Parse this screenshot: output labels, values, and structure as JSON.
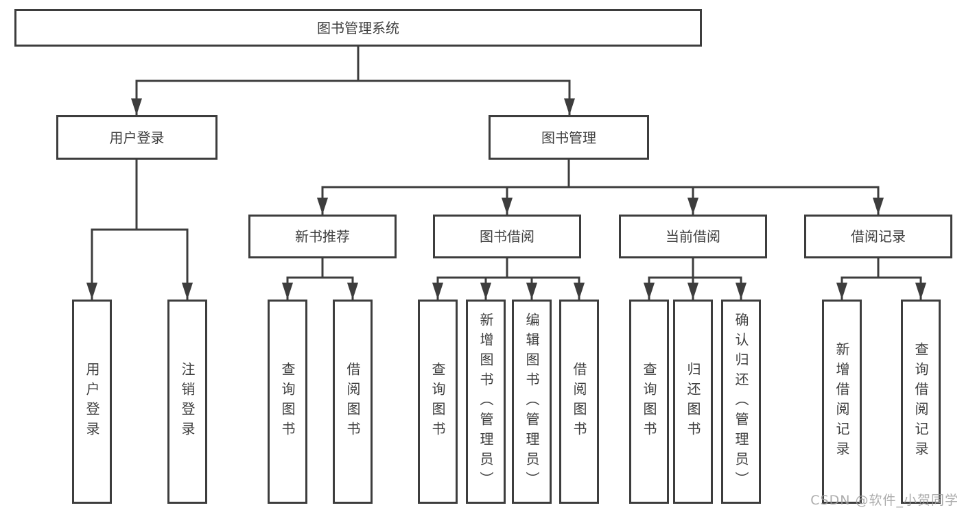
{
  "diagram": {
    "root": {
      "label": "图书管理系统",
      "children": [
        {
          "label": "用户登录",
          "leaves": [
            "用户登录",
            "注销登录"
          ]
        },
        {
          "label": "图书管理",
          "children": [
            {
              "label": "新书推荐",
              "leaves": [
                "查询图书",
                "借阅图书"
              ]
            },
            {
              "label": "图书借阅",
              "leaves": [
                "查询图书",
                "新增图书（管理员）",
                "编辑图书（管理员）",
                "借阅图书"
              ]
            },
            {
              "label": "当前借阅",
              "leaves": [
                "查询图书",
                "归还图书",
                "确认归还（管理员）"
              ]
            },
            {
              "label": "借阅记录",
              "leaves": [
                "新增借阅记录",
                "查询借阅记录"
              ]
            }
          ]
        }
      ]
    }
  },
  "watermark": {
    "text": "CSDN @软件_小贺同学"
  },
  "colors": {
    "line": "#3d3d3d",
    "text": "#3f3f3f",
    "background": "#ffffff"
  }
}
